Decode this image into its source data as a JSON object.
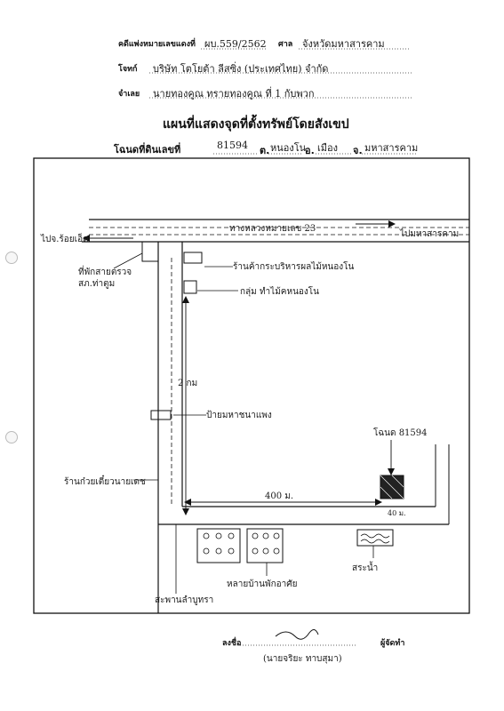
{
  "header": {
    "case_label": "คดีแพ่งหมายเลขแดงที่",
    "case_number": "ผบ.559/2562",
    "court_label": "ศาล",
    "court_name": "จังหวัดมหาสารคาม",
    "plaintiff_label": "โจทก์",
    "plaintiff_name": "บริษัท โตโยต้า ลีสซิ่ง (ประเทศไทย) จำกัด",
    "defendant_label": "จำเลย",
    "defendant_name": "นายทองคูณ ทรายทองคูณ ที่ 1 กับพวก"
  },
  "title": "แผนที่แสดงจุดที่ตั้งทรัพย์โดยสังเขป",
  "deed": {
    "label": "โฉนดที่ดินเลขที่",
    "number": "81594",
    "tambon_label": "ต.",
    "tambon": "หนองโน",
    "amphoe_label": "อ.",
    "amphoe": "เมือง",
    "province_label": "จ.",
    "province": "มหาสารคาม"
  },
  "map": {
    "highway": "ทางหลวงหมายเลข 23",
    "to_city": "ไปมหาสารคาม",
    "to_roiet": "ไปจ.ร้อยเอ็ด",
    "police_box": "ที่พักสายตรวจ สภ.ท่าตูม",
    "shop1": "ร้านค้ากระบริหารผลไม้หนองโน",
    "shop2": "กลุ่ม ทำไม้คหนองโน",
    "distance_2km": "2 กม",
    "sign": "ป้ายมหาชนาแพง",
    "deed_marker": "โฉนด 81594",
    "distance_400": "400 ม.",
    "distance_40": "40 ม.",
    "shop3": "ร้านก๋วยเตี๋ยวนายเดช",
    "canal": "สะพานลำบูทรา",
    "houses": "หลายบ้านพักอาศัย",
    "pond": "สระน้ำ"
  },
  "signature": {
    "sign_label": "ลงชื่อ",
    "role": "ผู้จัดทำ",
    "name": "(นายจริยะ ทาบสุมา)"
  }
}
